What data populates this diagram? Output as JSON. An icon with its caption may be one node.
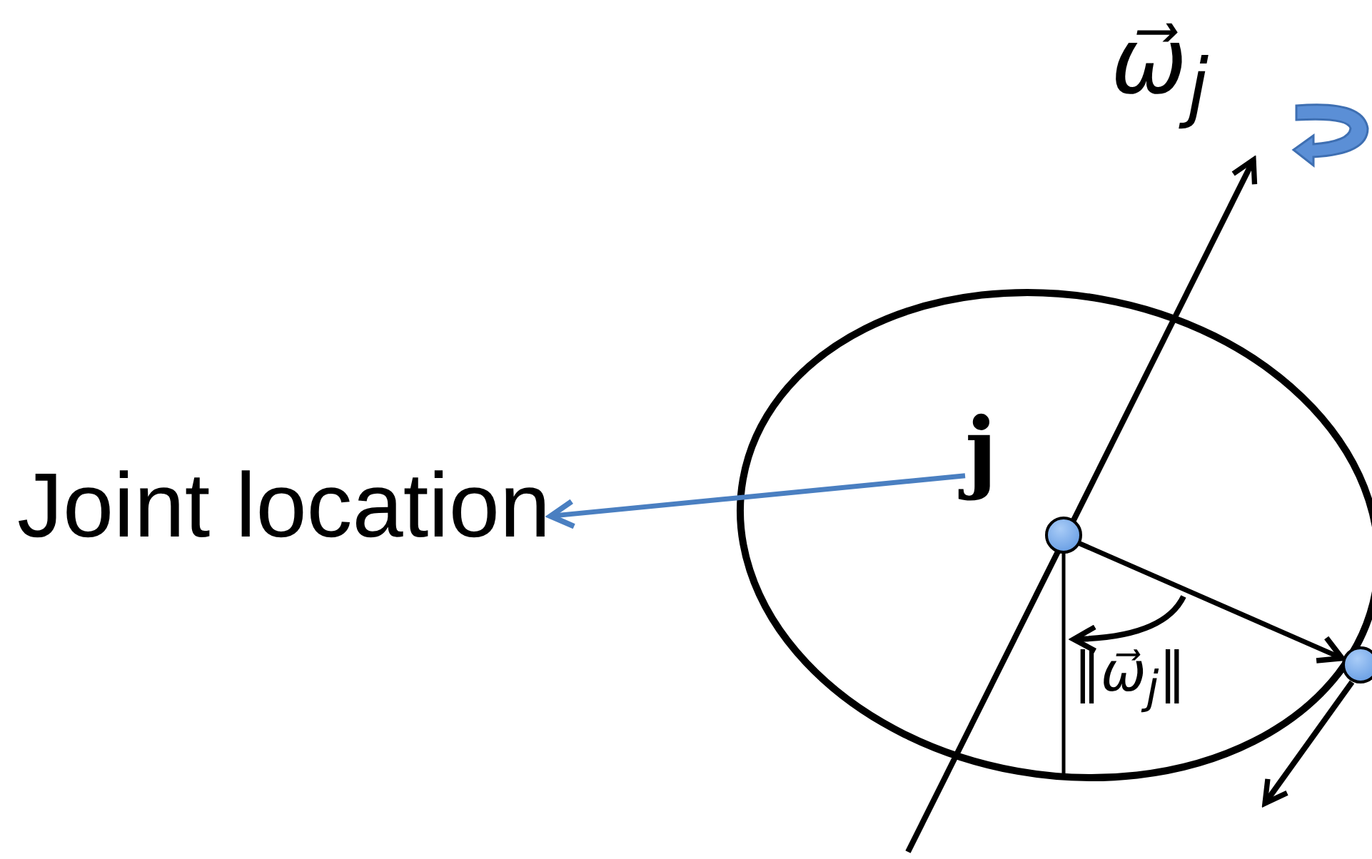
{
  "diagram": {
    "nodes": [
      {
        "text": [
          "Joint location"
        ]
      },
      {
        "text": [
          "j"
        ]
      },
      {
        "text": [],
        "shape": "circle"
      },
      {
        "text": [],
        "shape": "circle"
      }
    ],
    "edges": [
      {
        "from": 1,
        "to": 0,
        "arrow": "to",
        "color": "#4a7fc1"
      },
      {
        "from": 2,
        "to": 3,
        "arrow": "to",
        "color": "#000000"
      }
    ],
    "labels": [
      "ω⃗$_{j}$",
      "‖ω⃗$_{j}$‖"
    ]
  }
}
